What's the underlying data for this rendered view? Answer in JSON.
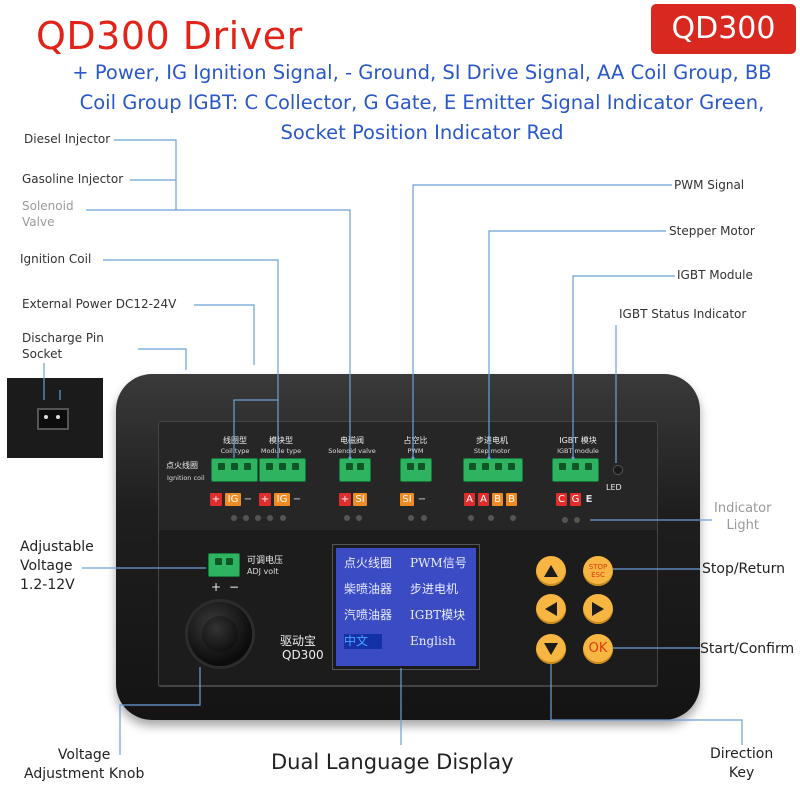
{
  "header": {
    "title": "QD300 Driver",
    "badge": "QD300",
    "description": "+ Power, IG Ignition Signal, - Ground, SI Drive Signal, AA Coil Group, BB Coil Group IGBT: C Collector, G Gate, E Emitter Signal Indicator Green, Socket Position Indicator Red"
  },
  "colors": {
    "title": "#e2231a",
    "badge_bg": "#d9281f",
    "description": "#2a58c8",
    "connector": "#2eb360",
    "key": "#f6b641",
    "screen": "#3a4bc4"
  },
  "callouts_left": {
    "diesel_injector": "Diesel Injector",
    "gasoline_injector": "Gasoline Injector",
    "solenoid_valve": "Solenoid\nValve",
    "ignition_coil": "Ignition Coil",
    "external_power": "External Power DC12-24V",
    "discharge_pin_socket": "Discharge Pin\nSocket",
    "adjustable_voltage": "Adjustable\nVoltage\n1.2-12V",
    "voltage_knob": "Voltage\nAdjustment Knob"
  },
  "callouts_right": {
    "pwm_signal": "PWM Signal",
    "stepper_motor": "Stepper Motor",
    "igbt_module": "IGBT Module",
    "igbt_status": "IGBT Status Indicator",
    "indicator_light": "Indicator\nLight",
    "stop_return": "Stop/Return",
    "start_confirm": "Start/Confirm",
    "direction_key": "Direction\nKey"
  },
  "bottom_caption": "Dual Language Display",
  "device": {
    "ports": [
      {
        "cn": "线圈型",
        "en": "Coil type",
        "tags": [
          "+",
          "IG",
          "−"
        ]
      },
      {
        "cn": "模块型",
        "en": "Module type",
        "tags": [
          "+",
          "IG",
          "−"
        ]
      },
      {
        "cn": "电磁阀",
        "en": "Solenoid valve",
        "tags": [
          "+",
          "SI"
        ]
      },
      {
        "cn": "占空比",
        "en": "PWM",
        "tags": [
          "SI",
          "−"
        ]
      },
      {
        "cn": "步进电机",
        "en": "Step motor",
        "tags": [
          "A",
          "A",
          "B",
          "B"
        ]
      },
      {
        "cn": "IGBT 模块",
        "en": "IGBT module",
        "tags": [
          "C",
          "G",
          "E"
        ]
      }
    ],
    "ignition_label_cn": "点火线圈",
    "ignition_label_en": "Ignition coil",
    "led_label": "LED",
    "adj_cn": "可调电压",
    "adj_en": "ADJ volt",
    "adj_plus": "+",
    "adj_minus": "−",
    "brand_cn": "驱动宝",
    "brand_en": "QD300",
    "screen": {
      "row1_left": "点火线圈",
      "row1_right": "PWM信号",
      "row2_left": "柴喷油器",
      "row2_right": "步进电机",
      "row3_left": "汽喷油器",
      "row3_right": "IGBT模块",
      "row4_left": "中文",
      "row4_right": "English"
    },
    "keys": {
      "stop_top": "STOP",
      "stop_bottom": "ESC",
      "ok": "OK"
    }
  }
}
